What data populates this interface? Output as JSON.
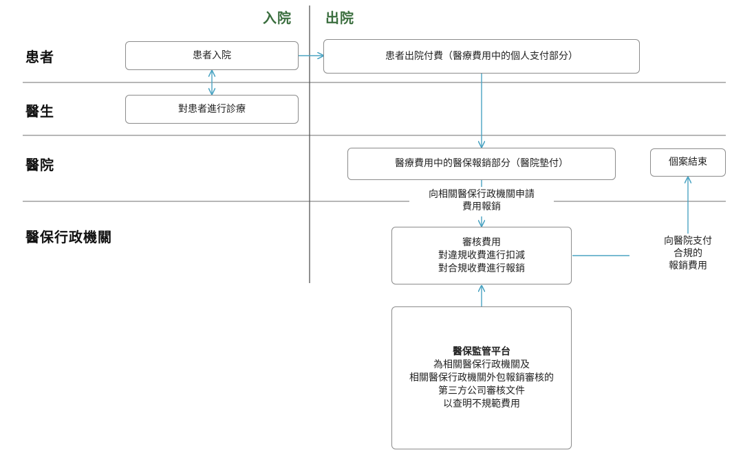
{
  "columns": {
    "admission": "入院",
    "discharge": "出院"
  },
  "lanes": {
    "patient": "患者",
    "doctor": "醫生",
    "hospital": "醫院",
    "insurance_agency": "醫保行政機關"
  },
  "boxes": {
    "patient_admission": "患者入院",
    "patient_payment": "患者出院付費（醫療費用中的個人支付部分）",
    "diagnosis": "對患者進行診療",
    "hospital_advance": "醫療費用中的醫保報銷部分（醫院墊付）",
    "case_closed": "個案結束",
    "review": {
      "line1": "審核費用",
      "line2": "對違規收費進行扣減",
      "line3": "對合規收費進行報銷"
    },
    "platform": {
      "title": "醫保監管平台",
      "line1": "為相關醫保行政機關及",
      "line2": "相關醫保行政機關外包報銷審核的",
      "line3": "第三方公司審核文件",
      "line4": "以查明不規範費用"
    }
  },
  "notes": {
    "apply_reimbursement": {
      "line1": "向相關醫保行政機關申請",
      "line2": "費用報銷"
    },
    "pay_hospital": {
      "line1": "向醫院支付",
      "line2": "合規的",
      "line3": "報銷費用"
    }
  },
  "colors": {
    "arrow": "#4aa3c2",
    "lane_line": "#8a8a8a",
    "heading": "#3a6e3e"
  }
}
